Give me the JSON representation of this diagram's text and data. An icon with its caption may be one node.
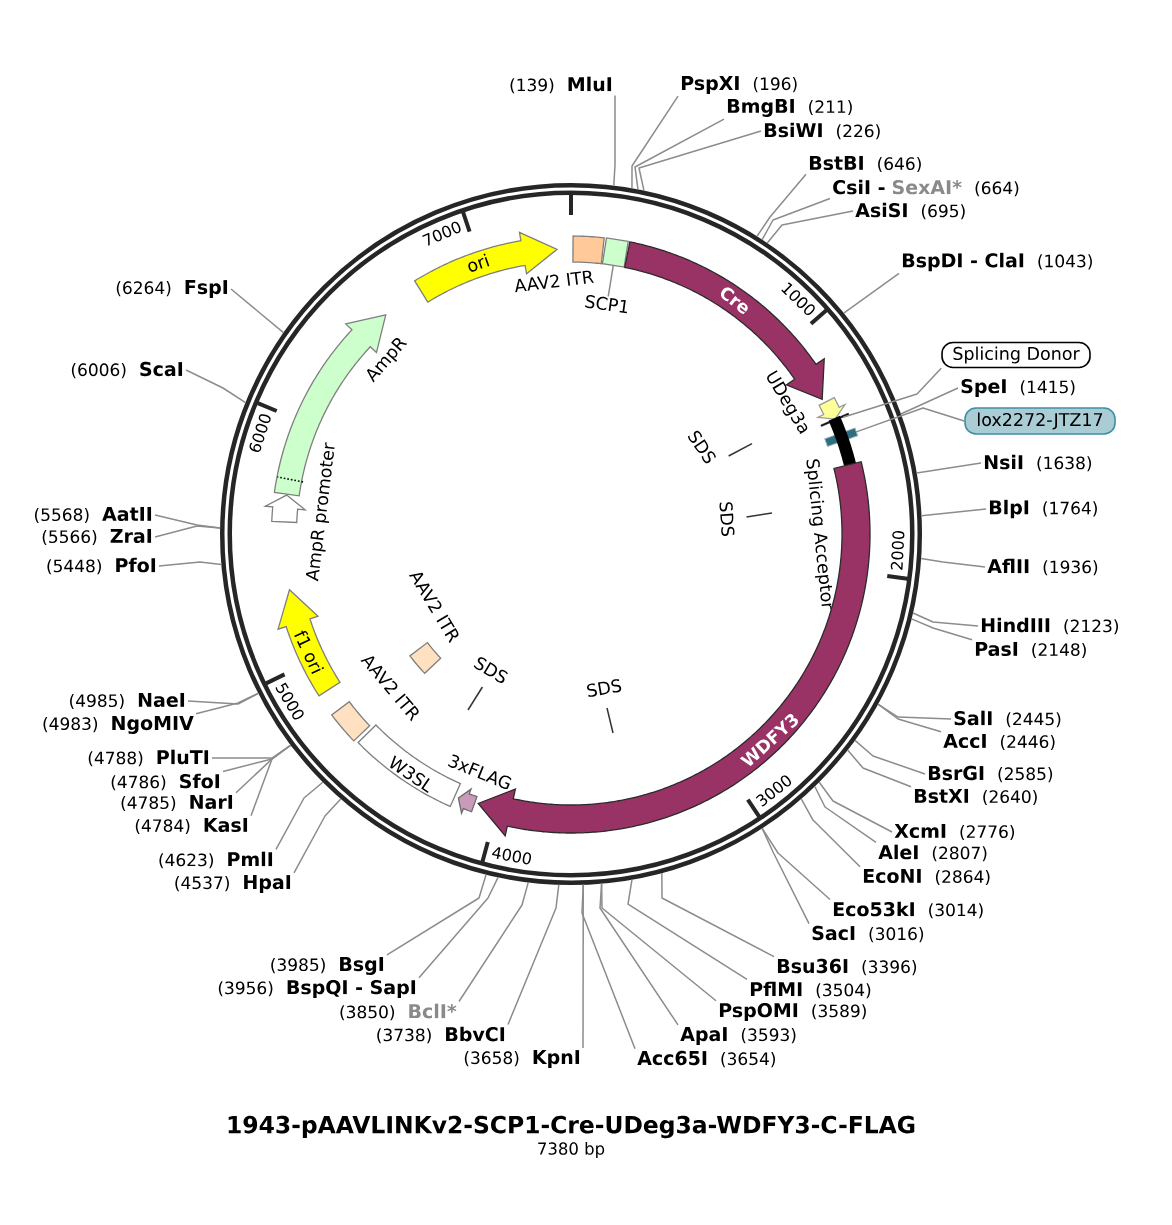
{
  "diagram": {
    "title": "1943-pAAVLINKv2-SCP1-Cre-UDeg3a-WDFY3-C-FLAG",
    "caption": "7380 bp",
    "nodes": [
      {
        "text": [],
        "shape": "circle"
      },
      {
        "text": [
          "ori"
        ],
        "in": 0
      },
      {
        "text": [
          "AAV2 ITR"
        ],
        "in": 0
      },
      {
        "text": [],
        "shape": "box",
        "in": 0
      },
      {
        "text": [
          "SCP1"
        ],
        "in": 0
      },
      {
        "text": [
          "Cre"
        ],
        "in": 0
      },
      {
        "text": [
          "UDeg3a"
        ],
        "in": 0
      },
      {
        "text": [],
        "shape": "bar",
        "in": 0
      },
      {
        "text": [
          "Splicing Acceptor"
        ],
        "in": 0
      },
      {
        "text": [],
        "shape": "box",
        "in": 0
      },
      {
        "text": [
          "WDFY3"
        ],
        "in": 0
      },
      {
        "text": [
          "3xFLAG"
        ],
        "in": 0
      },
      {
        "text": [
          "W3SL"
        ],
        "in": 0
      },
      {
        "text": [
          "AAV2 ITR"
        ],
        "in": 0
      },
      {
        "text": [
          "f1 ori"
        ],
        "in": 0
      },
      {
        "text": [
          "AmpR promoter"
        ],
        "in": 0
      },
      {
        "text": [
          "AmpR"
        ],
        "in": 0
      },
      {
        "text": [
          "AAV2 ITR"
        ],
        "in": 0
      },
      {
        "text": [
          "(139)",
          "MluI"
        ]
      },
      {
        "text": [
          "PspXI",
          "(196)"
        ]
      },
      {
        "text": [
          "BmgBI",
          "(211)"
        ]
      },
      {
        "text": [
          "BsiWI",
          "(226)"
        ]
      },
      {
        "text": [
          "BstBI",
          "(646)"
        ]
      },
      {
        "text": [
          "CsiI -",
          "SexAI*",
          "(664)"
        ]
      },
      {
        "text": [
          "AsiSI",
          "(695)"
        ]
      },
      {
        "text": [
          "BspDI - ClaI",
          "(1043)"
        ]
      },
      {
        "text": [
          "Splicing Donor"
        ]
      },
      {
        "text": [
          "SpeI",
          "(1415)"
        ]
      },
      {
        "text": [
          "lox2272-JTZ17"
        ]
      },
      {
        "text": [
          "NsiI",
          "(1638)"
        ]
      },
      {
        "text": [
          "BlpI",
          "(1764)"
        ]
      },
      {
        "text": [
          "AflII",
          "(1936)"
        ]
      },
      {
        "text": [
          "HindIII",
          "(2123)"
        ]
      },
      {
        "text": [
          "PasI",
          "(2148)"
        ]
      },
      {
        "text": [
          "SalI",
          "(2445)"
        ]
      },
      {
        "text": [
          "AccI",
          "(2446)"
        ]
      },
      {
        "text": [
          "BsrGI",
          "(2585)"
        ]
      },
      {
        "text": [
          "BstXI",
          "(2640)"
        ]
      },
      {
        "text": [
          "XcmI",
          "(2776)"
        ]
      },
      {
        "text": [
          "AleI",
          "(2807)"
        ]
      },
      {
        "text": [
          "EcoNI",
          "(2864)"
        ]
      },
      {
        "text": [
          "Eco53kI",
          "(3014)"
        ]
      },
      {
        "text": [
          "SacI",
          "(3016)"
        ]
      },
      {
        "text": [
          "Bsu36I",
          "(3396)"
        ]
      },
      {
        "text": [
          "PflMI",
          "(3504)"
        ]
      },
      {
        "text": [
          "PspOMI",
          "(3589)"
        ]
      },
      {
        "text": [
          "ApaI",
          "(3593)"
        ]
      },
      {
        "text": [
          "Acc65I",
          "(3654)"
        ]
      },
      {
        "text": [
          "(3658)",
          "KpnI"
        ]
      },
      {
        "text": [
          "(3738)",
          "BbvCI"
        ]
      },
      {
        "text": [
          "(3850)",
          "BclI*"
        ]
      },
      {
        "text": [
          "(3956)",
          "BspQI - SapI"
        ]
      },
      {
        "text": [
          "(3985)",
          "BsgI"
        ]
      },
      {
        "text": [
          "(4537)",
          "HpaI"
        ]
      },
      {
        "text": [
          "(4623)",
          "PmlI"
        ]
      },
      {
        "text": [
          "(4784)",
          "KasI"
        ]
      },
      {
        "text": [
          "(4785)",
          "NarI"
        ]
      },
      {
        "text": [
          "(4786)",
          "SfoI"
        ]
      },
      {
        "text": [
          "(4788)",
          "PluTI"
        ]
      },
      {
        "text": [
          "(4983)",
          "NgoMIV"
        ]
      },
      {
        "text": [
          "(4985)",
          "NaeI"
        ]
      },
      {
        "text": [
          "(5448)",
          "PfoI"
        ]
      },
      {
        "text": [
          "(5566)",
          "ZraI"
        ]
      },
      {
        "text": [
          "(5568)",
          "AatII"
        ]
      },
      {
        "text": [
          "(6006)",
          "ScaI"
        ]
      },
      {
        "text": [
          "(6264)",
          "FspI"
        ]
      }
    ],
    "edges": [
      {
        "from": 4,
        "to": 3,
        "arrow": "none"
      },
      {
        "from": 26,
        "to": 7,
        "arrow": "none"
      },
      {
        "from": 28,
        "to": 9,
        "arrow": "none"
      },
      {
        "from": 18,
        "to": 0,
        "arrow": "none"
      },
      {
        "from": 19,
        "to": 0,
        "arrow": "none"
      },
      {
        "from": 20,
        "to": 0,
        "arrow": "none"
      },
      {
        "from": 21,
        "to": 0,
        "arrow": "none"
      },
      {
        "from": 22,
        "to": 0,
        "arrow": "none"
      },
      {
        "from": 23,
        "to": 0,
        "arrow": "none"
      },
      {
        "from": 24,
        "to": 0,
        "arrow": "none"
      },
      {
        "from": 25,
        "to": 0,
        "arrow": "none"
      },
      {
        "from": 27,
        "to": 0,
        "arrow": "none"
      },
      {
        "from": 29,
        "to": 0,
        "arrow": "none"
      },
      {
        "from": 30,
        "to": 0,
        "arrow": "none"
      },
      {
        "from": 31,
        "to": 0,
        "arrow": "none"
      },
      {
        "from": 32,
        "to": 0,
        "arrow": "none"
      },
      {
        "from": 33,
        "to": 0,
        "arrow": "none"
      },
      {
        "from": 34,
        "to": 0,
        "arrow": "none"
      },
      {
        "from": 35,
        "to": 0,
        "arrow": "none"
      },
      {
        "from": 36,
        "to": 0,
        "arrow": "none"
      },
      {
        "from": 37,
        "to": 0,
        "arrow": "none"
      },
      {
        "from": 38,
        "to": 0,
        "arrow": "none"
      },
      {
        "from": 39,
        "to": 0,
        "arrow": "none"
      },
      {
        "from": 40,
        "to": 0,
        "arrow": "none"
      },
      {
        "from": 41,
        "to": 0,
        "arrow": "none"
      },
      {
        "from": 42,
        "to": 0,
        "arrow": "none"
      },
      {
        "from": 43,
        "to": 0,
        "arrow": "none"
      },
      {
        "from": 44,
        "to": 0,
        "arrow": "none"
      },
      {
        "from": 45,
        "to": 0,
        "arrow": "none"
      },
      {
        "from": 46,
        "to": 0,
        "arrow": "none"
      },
      {
        "from": 47,
        "to": 0,
        "arrow": "none"
      },
      {
        "from": 48,
        "to": 0,
        "arrow": "none"
      },
      {
        "from": 49,
        "to": 0,
        "arrow": "none"
      },
      {
        "from": 50,
        "to": 0,
        "arrow": "none"
      },
      {
        "from": 51,
        "to": 0,
        "arrow": "none"
      },
      {
        "from": 52,
        "to": 0,
        "arrow": "none"
      },
      {
        "from": 53,
        "to": 0,
        "arrow": "none"
      },
      {
        "from": 54,
        "to": 0,
        "arrow": "none"
      },
      {
        "from": 55,
        "to": 0,
        "arrow": "none"
      },
      {
        "from": 56,
        "to": 0,
        "arrow": "none"
      },
      {
        "from": 57,
        "to": 0,
        "arrow": "none"
      },
      {
        "from": 58,
        "to": 0,
        "arrow": "none"
      },
      {
        "from": 59,
        "to": 0,
        "arrow": "none"
      },
      {
        "from": 60,
        "to": 0,
        "arrow": "none"
      },
      {
        "from": 61,
        "to": 0,
        "arrow": "none"
      },
      {
        "from": 62,
        "to": 0,
        "arrow": "none"
      },
      {
        "from": 63,
        "to": 0,
        "arrow": "none"
      },
      {
        "from": 64,
        "to": 0,
        "arrow": "none"
      },
      {
        "from": 65,
        "to": 0,
        "arrow": "none"
      }
    ],
    "labels": [
      "1000",
      "2000",
      "3000",
      "4000",
      "5000",
      "6000",
      "7000",
      "SDS",
      "SDS",
      "SDS",
      "SDS"
    ]
  }
}
